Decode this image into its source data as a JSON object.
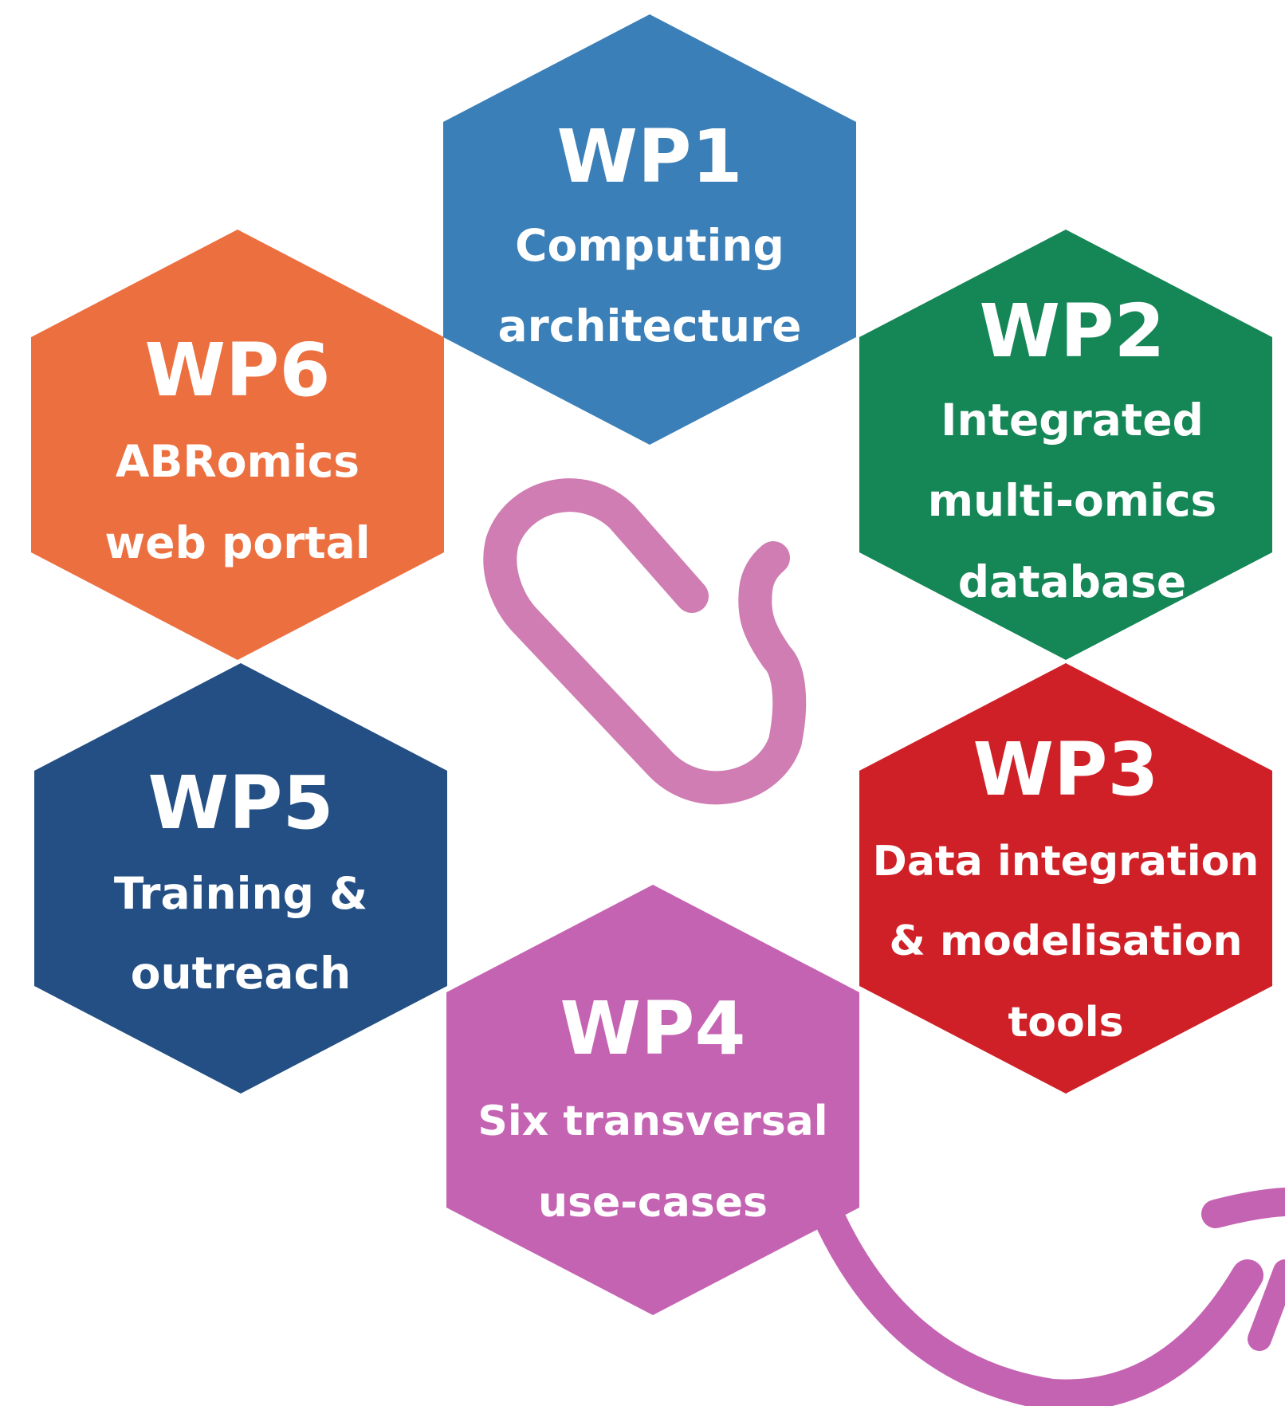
{
  "work_packages": [
    {
      "id": "WP1",
      "lines": [
        "Computing",
        "architecture"
      ],
      "color": "#3a7fb7"
    },
    {
      "id": "WP2",
      "lines": [
        "Integrated",
        "multi-omics",
        "database"
      ],
      "color": "#158656"
    },
    {
      "id": "WP3",
      "lines": [
        "Data integration",
        "& modelisation",
        "tools"
      ],
      "color": "#d02027"
    },
    {
      "id": "WP4",
      "lines": [
        "Six transversal",
        "use-cases"
      ],
      "color": "#c563b3"
    },
    {
      "id": "WP5",
      "lines": [
        "Training &",
        "outreach"
      ],
      "color": "#234f84"
    },
    {
      "id": "WP6",
      "lines": [
        "ABRomics",
        "web portal"
      ],
      "color": "#ec6f40"
    }
  ],
  "center_logo": {
    "icon": "paperclip-bacterium-icon",
    "color": "#cf7db2"
  },
  "swoosh_color": "#c563b3"
}
